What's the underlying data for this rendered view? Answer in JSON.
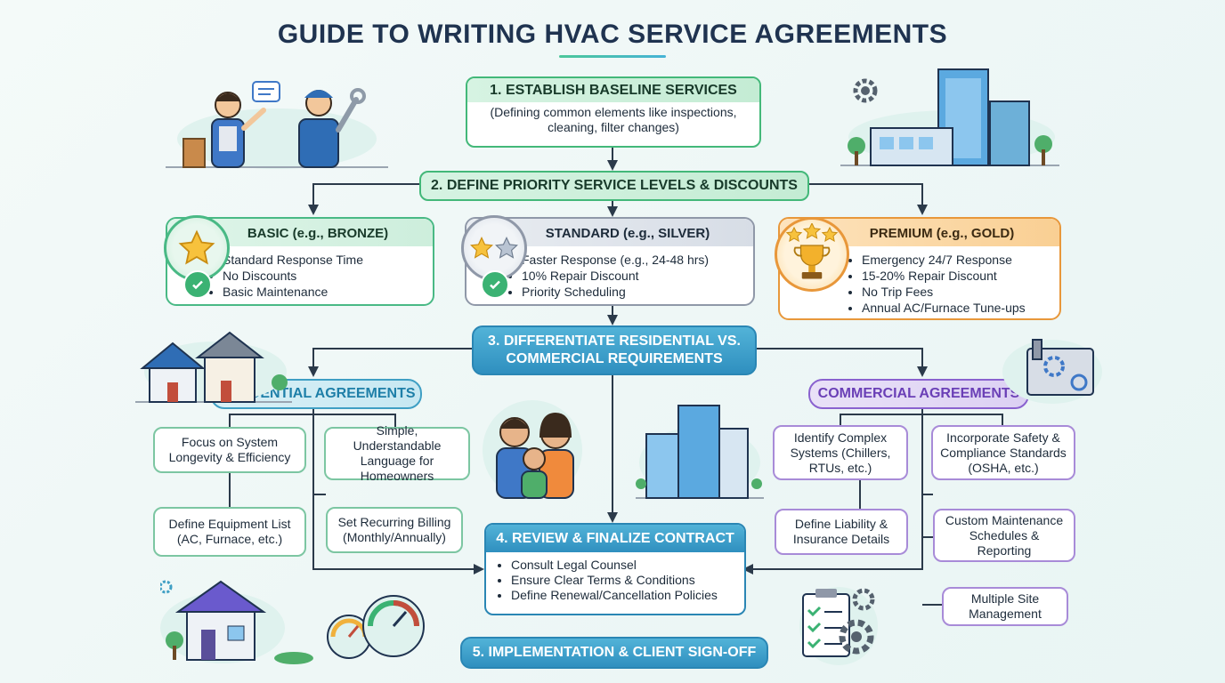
{
  "title": "GUIDE TO WRITING HVAC SERVICE AGREEMENTS",
  "colors": {
    "green": "#43b879",
    "blue": "#2f8fbf",
    "purple": "#8a62cf",
    "orange": "#e8973a",
    "silver": "#8f98a8"
  },
  "steps": {
    "step1": {
      "title": "1. ESTABLISH BASELINE SERVICES",
      "description": "(Defining common elements like inspections,\ncleaning, filter changes)"
    },
    "step2": {
      "title": "2. DEFINE PRIORITY SERVICE LEVELS & DISCOUNTS"
    },
    "step3": {
      "title": "3. DIFFERENTIATE RESIDENTIAL VS.\nCOMMERCIAL REQUIREMENTS"
    },
    "step4": {
      "title": "4. REVIEW & FINALIZE CONTRACT",
      "items": [
        "Consult Legal Counsel",
        "Ensure Clear Terms & Conditions",
        "Define Renewal/Cancellation Policies"
      ]
    },
    "step5": {
      "title": "5. IMPLEMENTATION & CLIENT SIGN-OFF"
    }
  },
  "tiers": [
    {
      "name": "BASIC (e.g., BRONZE)",
      "icon": "star-check-icon",
      "items": [
        "Standard Response Time",
        "No Discounts",
        "Basic Maintenance"
      ]
    },
    {
      "name": "STANDARD (e.g., SILVER)",
      "icon": "two-stars-check-icon",
      "items": [
        "Faster Response (e.g., 24-48 hrs)",
        "10% Repair Discount",
        "Priority Scheduling"
      ]
    },
    {
      "name": "PREMIUM (e.g., GOLD)",
      "icon": "trophy-icon",
      "items": [
        "Emergency 24/7 Response",
        "15-20% Repair Discount",
        "No Trip Fees",
        "Annual AC/Furnace Tune-ups"
      ]
    }
  ],
  "residential": {
    "title": "RESIDENTIAL AGREEMENTS",
    "nodes": [
      "Focus on System\nLongevity & Efficiency",
      "Simple, Understandable\nLanguage for\nHomeowners",
      "Define Equipment List\n(AC, Furnace, etc.)",
      "Set Recurring Billing\n(Monthly/Annually)"
    ]
  },
  "commercial": {
    "title": "COMMERCIAL AGREEMENTS",
    "nodes": [
      "Identify Complex\nSystems (Chillers,\nRTUs, etc.)",
      "Incorporate Safety &\nCompliance Standards\n(OSHA, etc.)",
      "Define Liability &\nInsurance Details",
      "Custom Maintenance\nSchedules &\nReporting",
      "Multiple Site\nManagement"
    ]
  }
}
